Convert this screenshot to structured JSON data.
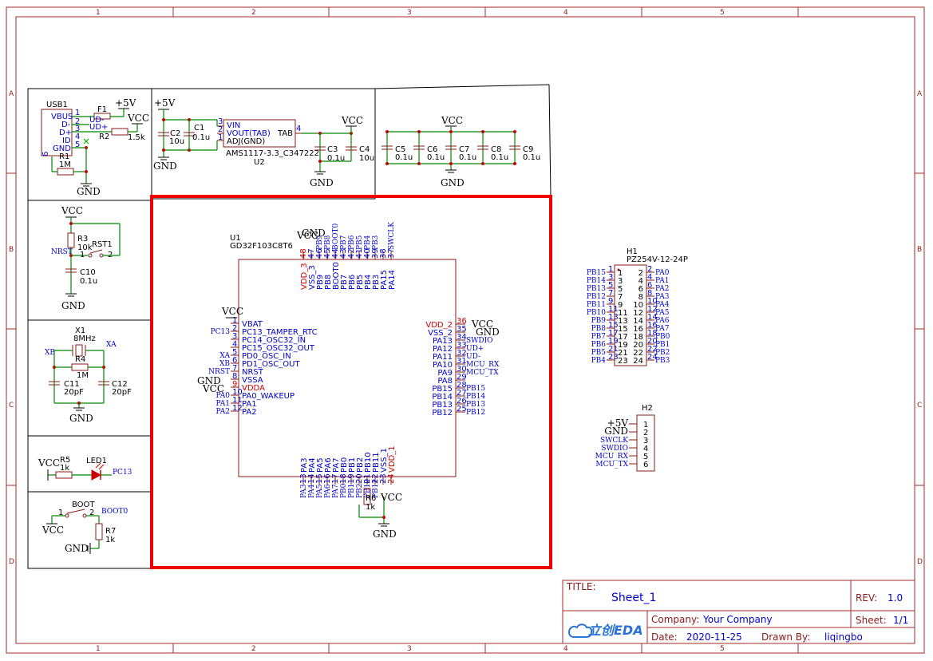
{
  "zones": {
    "columns": [
      "1",
      "2",
      "3",
      "4",
      "5"
    ],
    "rows": [
      "A",
      "B",
      "C",
      "D"
    ]
  },
  "title_block": {
    "title_label": "TITLE:",
    "title_value": "Sheet_1",
    "rev_label": "REV:",
    "rev_value": "1.0",
    "company_label": "Company:",
    "company_value": "Your Company",
    "sheet_label": "Sheet:",
    "sheet_value": "1/1",
    "date_label": "Date:",
    "date_value": "2020-11-25",
    "drawn_label": "Drawn By:",
    "drawn_value": "liqingbo",
    "logo_text": "立创EDA"
  },
  "power": {
    "p5v": "+5V",
    "vcc": "VCC",
    "gnd": "GND"
  },
  "usb": {
    "ref": "USB1",
    "pins": [
      "VBUS",
      "D-",
      "D+",
      "ID",
      "GND"
    ],
    "pin_nums": [
      "1",
      "2",
      "3",
      "4",
      "5",
      "6"
    ],
    "f1": "F1",
    "r2": "R2",
    "r2_val": "1.5k",
    "r1": "R1",
    "r1_val": "1M",
    "ud_minus": "UD-",
    "ud_plus": "UD+"
  },
  "ldo": {
    "c2": "C2",
    "c2_val": "10u",
    "c1": "C1",
    "c1_val": "0.1u",
    "pins": [
      "VIN",
      "VOUT(TAB)",
      "ADJ(GND)",
      "TAB"
    ],
    "pin_nums": [
      "3",
      "2",
      "1",
      "4"
    ],
    "part": "AMS1117-3.3_C347222",
    "ref": "U2",
    "c3": "C3",
    "c3_val": "0.1u",
    "c4": "C4",
    "c4_val": "10u"
  },
  "decoupling": {
    "caps": [
      {
        "ref": "C5",
        "val": "0.1u"
      },
      {
        "ref": "C6",
        "val": "0.1u"
      },
      {
        "ref": "C7",
        "val": "0.1u"
      },
      {
        "ref": "C8",
        "val": "0.1u"
      },
      {
        "ref": "C9",
        "val": "0.1u"
      }
    ]
  },
  "reset": {
    "r3": "R3",
    "r3_val": "10k",
    "nrst": "NRST",
    "rst1": "RST1",
    "pin1": "1",
    "pin2": "2",
    "c10": "C10",
    "c10_val": "0.1u"
  },
  "crystal": {
    "x1": "X1",
    "x1_val": "8MHz",
    "xb": "XB",
    "xa": "XA",
    "r4": "R4",
    "r4_val": "1M",
    "c11": "C11",
    "c11_val": "20pF",
    "c12": "C12",
    "c12_val": "20pF"
  },
  "led": {
    "r5": "R5",
    "r5_val": "1k",
    "led": "LED1",
    "net": "PC13"
  },
  "boot": {
    "sw": "BOOT",
    "pin1": "1",
    "pin2": "2",
    "net": "BOOT0",
    "r7": "R7",
    "r7_val": "1k"
  },
  "mcu": {
    "ref": "U1",
    "part": "GD32F103C8T6",
    "left_pins": [
      {
        "num": "1",
        "name": "VBAT",
        "net": ""
      },
      {
        "num": "2",
        "name": "PC13_TAMPER_RTC",
        "net": "PC13"
      },
      {
        "num": "3",
        "name": "PC14_OSC32_IN",
        "net": ""
      },
      {
        "num": "4",
        "name": "PC15_OSC32_OUT",
        "net": ""
      },
      {
        "num": "5",
        "name": "PD0_OSC_IN",
        "net": "XA"
      },
      {
        "num": "6",
        "name": "PD1_OSC_OUT",
        "net": "XB"
      },
      {
        "num": "7",
        "name": "NRST",
        "net": "NRST"
      },
      {
        "num": "8",
        "name": "VSSA",
        "net": ""
      },
      {
        "num": "9",
        "name": "VDDA",
        "net": ""
      },
      {
        "num": "10",
        "name": "PA0_WAKEUP",
        "net": "PA0"
      },
      {
        "num": "11",
        "name": "PA1",
        "net": "PA1"
      },
      {
        "num": "12",
        "name": "PA2",
        "net": "PA2"
      }
    ],
    "right_pins": [
      {
        "num": "36",
        "name": "VDD_2",
        "net": "VCC"
      },
      {
        "num": "35",
        "name": "VSS_2",
        "net": "GND"
      },
      {
        "num": "34",
        "name": "PA13",
        "net": "SWDIO"
      },
      {
        "num": "33",
        "name": "PA12",
        "net": "UD+"
      },
      {
        "num": "32",
        "name": "PA11",
        "net": "UD-"
      },
      {
        "num": "31",
        "name": "PA10",
        "net": "MCU_RX"
      },
      {
        "num": "30",
        "name": "PA9",
        "net": "MCU_TX"
      },
      {
        "num": "29",
        "name": "PA8",
        "net": ""
      },
      {
        "num": "28",
        "name": "PB15",
        "net": "PB15"
      },
      {
        "num": "27",
        "name": "PB14",
        "net": "PB14"
      },
      {
        "num": "26",
        "name": "PB13",
        "net": "PB13"
      },
      {
        "num": "25",
        "name": "PB12",
        "net": "PB12"
      }
    ],
    "top_pins": [
      {
        "num": "48",
        "name": "VDD_3",
        "net": ""
      },
      {
        "num": "47",
        "name": "VSS_3",
        "net": ""
      },
      {
        "num": "46",
        "name": "PB9",
        "net": "PB9"
      },
      {
        "num": "45",
        "name": "PB8",
        "net": "PB8"
      },
      {
        "num": "44",
        "name": "BOOT0",
        "net": "BOOT0"
      },
      {
        "num": "43",
        "name": "PB7",
        "net": "PB7"
      },
      {
        "num": "42",
        "name": "PB6",
        "net": "PB6"
      },
      {
        "num": "41",
        "name": "PB5",
        "net": "PB5"
      },
      {
        "num": "40",
        "name": "PB4",
        "net": "PB4"
      },
      {
        "num": "39",
        "name": "PB3",
        "net": "PB3"
      },
      {
        "num": "38",
        "name": "PA15",
        "net": ""
      },
      {
        "num": "37",
        "name": "PA14",
        "net": "SWCLK"
      }
    ],
    "bottom_pins": [
      {
        "num": "13",
        "name": "PA3",
        "net": "PA3"
      },
      {
        "num": "14",
        "name": "PA4",
        "net": "PA4"
      },
      {
        "num": "15",
        "name": "PA5",
        "net": "PA5"
      },
      {
        "num": "16",
        "name": "PA6",
        "net": "PA6"
      },
      {
        "num": "17",
        "name": "PA7",
        "net": "PA7"
      },
      {
        "num": "18",
        "name": "PB0",
        "net": "PB0"
      },
      {
        "num": "19",
        "name": "PB1",
        "net": "PB1"
      },
      {
        "num": "20",
        "name": "PB2",
        "net": "PB2"
      },
      {
        "num": "21",
        "name": "PB10",
        "net": "PB10"
      },
      {
        "num": "22",
        "name": "PB11",
        "net": "PB11"
      },
      {
        "num": "23",
        "name": "VSS_1",
        "net": ""
      },
      {
        "num": "24",
        "name": "VDD_1",
        "net": ""
      }
    ],
    "r6": "R6",
    "r6_val": "1k"
  },
  "h1": {
    "ref": "H1",
    "part": "PZ254V-12-24P",
    "left_nets": [
      "PB15",
      "PB14",
      "PB13",
      "PB12",
      "PB11",
      "PB10",
      "PB9",
      "PB8",
      "PB7",
      "PB6",
      "PB5",
      "PB4"
    ],
    "left_nums": [
      "1",
      "3",
      "5",
      "7",
      "9",
      "11",
      "13",
      "15",
      "17",
      "19",
      "21",
      "23"
    ],
    "right_nets": [
      "PA0",
      "PA1",
      "PA2",
      "PA3",
      "PA4",
      "PA5",
      "PA6",
      "PA7",
      "PB0",
      "PB1",
      "PB2",
      "PB3"
    ],
    "right_nums": [
      "2",
      "4",
      "6",
      "8",
      "10",
      "12",
      "14",
      "16",
      "18",
      "20",
      "22",
      "24"
    ]
  },
  "h2": {
    "ref": "H2",
    "nets": [
      "+5V",
      "GND",
      "SWCLK",
      "SWDIO",
      "MCU_RX",
      "MCU_TX"
    ],
    "nums": [
      "1",
      "2",
      "3",
      "4",
      "5",
      "6"
    ]
  }
}
